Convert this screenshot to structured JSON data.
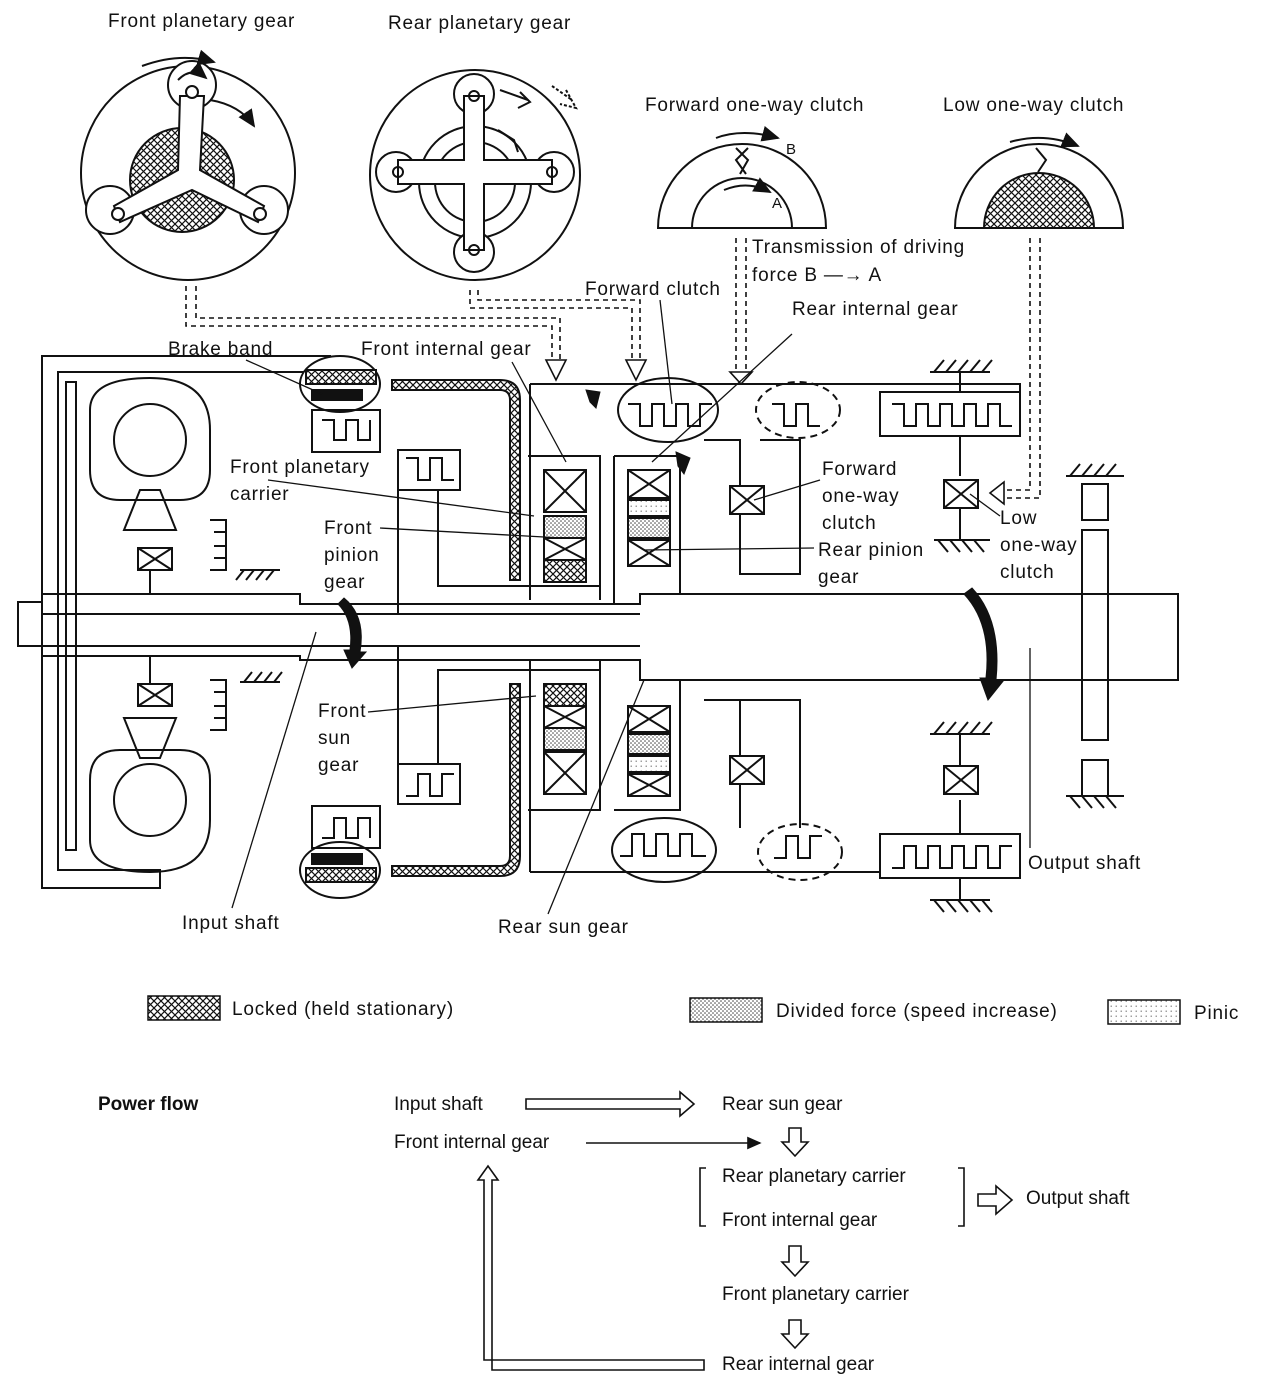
{
  "top_labels": {
    "front_planetary_gear": "Front planetary gear",
    "rear_planetary_gear": "Rear planetary gear",
    "forward_one_way_clutch": "Forward one-way clutch",
    "low_one_way_clutch": "Low one-way clutch",
    "clutch_point_a": "A",
    "clutch_point_b": "B"
  },
  "callouts": {
    "transmission_line1": "Transmission of driving",
    "transmission_line2": "force B —→ A",
    "forward_clutch": "Forward clutch",
    "rear_internal_gear": "Rear internal gear",
    "brake_band": "Brake band",
    "front_internal_gear": "Front internal gear",
    "front_planetary_carrier_1": "Front planetary",
    "front_planetary_carrier_2": "carrier",
    "front_pinion_gear_1": "Front",
    "front_pinion_gear_2": "pinion",
    "front_pinion_gear_3": "gear",
    "forward_owc_1": "Forward",
    "forward_owc_2": "one-way",
    "forward_owc_3": "clutch",
    "rear_pinion_gear_1": "Rear pinion",
    "rear_pinion_gear_2": "gear",
    "low_owc_1": "Low",
    "low_owc_2": "one-way",
    "low_owc_3": "clutch",
    "front_sun_gear_1": "Front",
    "front_sun_gear_2": "sun",
    "front_sun_gear_3": "gear",
    "output_shaft": "Output shaft",
    "input_shaft": "Input shaft",
    "rear_sun_gear": "Rear sun gear"
  },
  "legend": {
    "locked": "Locked (held stationary)",
    "divided_force": "Divided force (speed increase)",
    "pinion_partial": "Pinic"
  },
  "power_flow": {
    "title": "Power flow",
    "input_shaft": "Input shaft",
    "rear_sun_gear": "Rear sun gear",
    "front_internal_gear": "Front internal gear",
    "rear_planetary_carrier": "Rear planetary carrier",
    "front_internal_gear_2": "Front internal gear",
    "output_shaft": "Output shaft",
    "front_planetary_carrier": "Front planetary carrier",
    "rear_internal_gear": "Rear internal gear"
  },
  "colors": {
    "ink": "#111111",
    "background": "#ffffff"
  }
}
